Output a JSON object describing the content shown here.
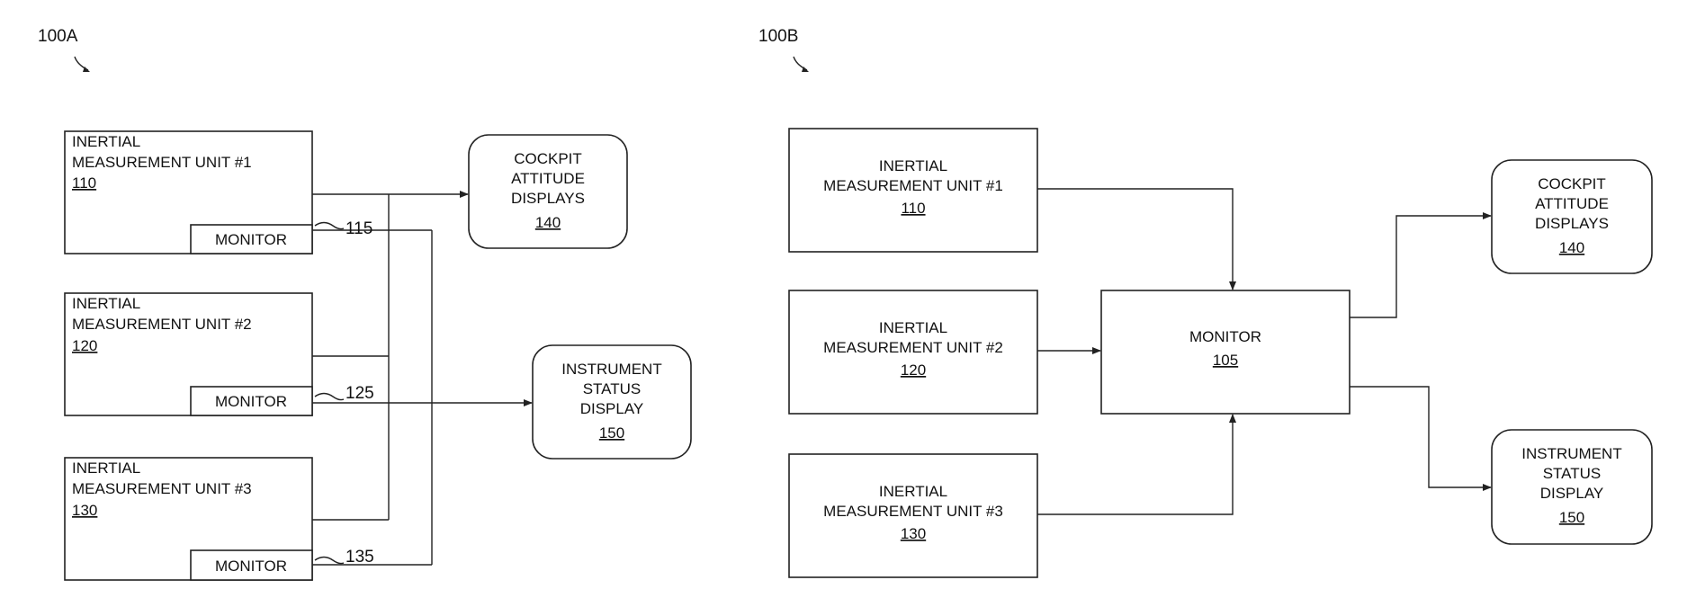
{
  "figure_a": {
    "ref": "100A",
    "imus": [
      {
        "line1": "INERTIAL",
        "line2": "MEASUREMENT UNIT #1",
        "number": "110",
        "monitor": "MONITOR",
        "monitor_ref": "115"
      },
      {
        "line1": "INERTIAL",
        "line2": "MEASUREMENT UNIT #2",
        "number": "120",
        "monitor": "MONITOR",
        "monitor_ref": "125"
      },
      {
        "line1": "INERTIAL",
        "line2": "MEASUREMENT UNIT #3",
        "number": "130",
        "monitor": "MONITOR",
        "monitor_ref": "135"
      }
    ],
    "cockpit": {
      "lines": [
        "COCKPIT",
        "ATTITUDE",
        "DISPLAYS"
      ],
      "number": "140"
    },
    "status": {
      "lines": [
        "INSTRUMENT",
        "STATUS",
        "DISPLAY"
      ],
      "number": "150"
    }
  },
  "figure_b": {
    "ref": "100B",
    "imus": [
      {
        "line1": "INERTIAL",
        "line2": "MEASUREMENT UNIT #1",
        "number": "110"
      },
      {
        "line1": "INERTIAL",
        "line2": "MEASUREMENT UNIT #2",
        "number": "120"
      },
      {
        "line1": "INERTIAL",
        "line2": "MEASUREMENT UNIT #3",
        "number": "130"
      }
    ],
    "monitor": {
      "label": "MONITOR",
      "number": "105"
    },
    "cockpit": {
      "lines": [
        "COCKPIT",
        "ATTITUDE",
        "DISPLAYS"
      ],
      "number": "140"
    },
    "status": {
      "lines": [
        "INSTRUMENT",
        "STATUS",
        "DISPLAY"
      ],
      "number": "150"
    }
  }
}
